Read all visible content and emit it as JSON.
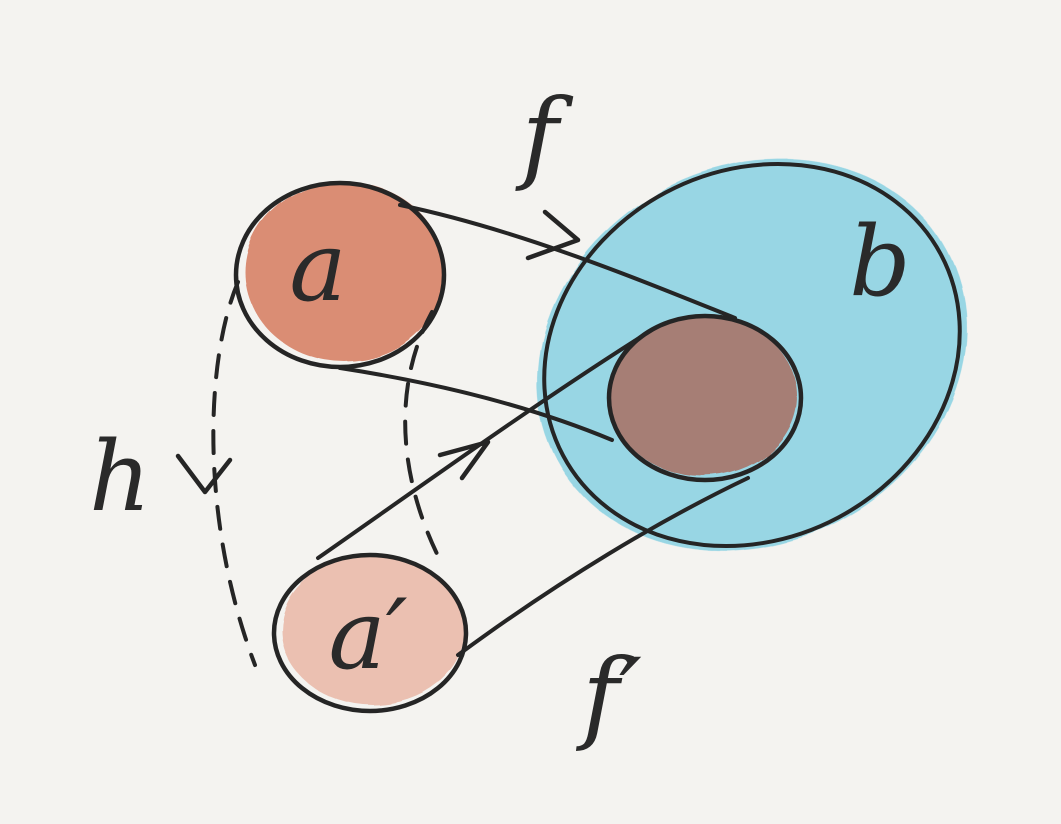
{
  "labels": {
    "a": "a",
    "a_prime": "a′",
    "b": "b",
    "f": "f",
    "f_prime": "f′",
    "h": "h"
  },
  "colors": {
    "paper": "#f4f3f0",
    "object_a": "#d9886e",
    "object_a_prime": "#ebbeae",
    "object_b": "#8fd3e3",
    "image_region": "#a8776c",
    "ink": "#252525"
  }
}
